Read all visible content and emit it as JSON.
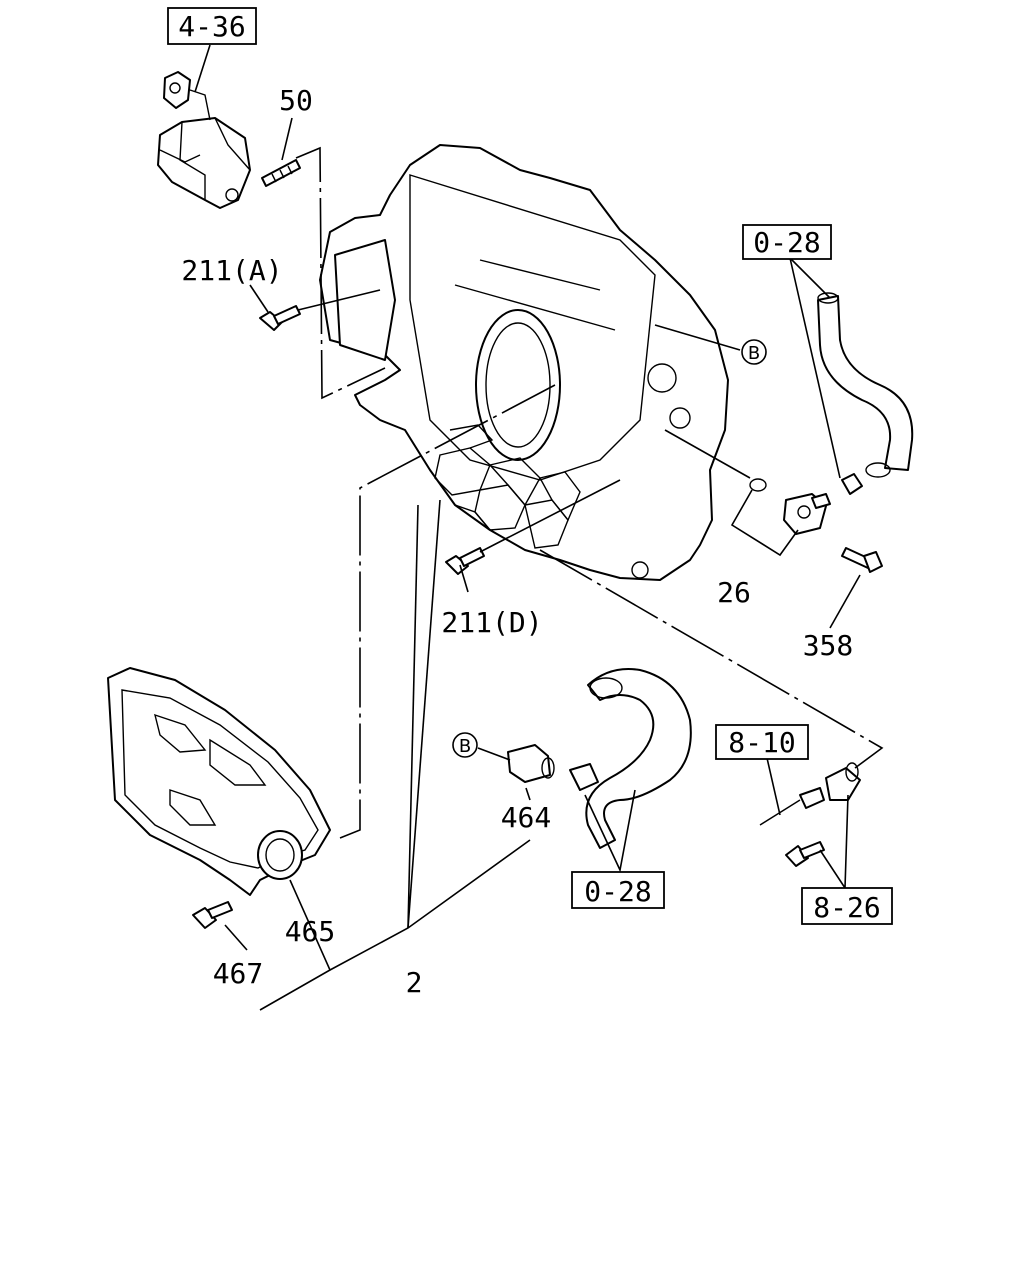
{
  "ref_boxes": {
    "r436": "4-36",
    "r028_top": "0-28",
    "r810": "8-10",
    "r028_bottom": "0-28",
    "r826": "8-26"
  },
  "callouts": {
    "c50": "50",
    "c211a": "211(A)",
    "c211d": "211(D)",
    "c26": "26",
    "c358": "358",
    "c464": "464",
    "c465": "465",
    "c467": "467",
    "c2": "2"
  },
  "circle_markers": {
    "b1": "B",
    "b2": "B"
  }
}
